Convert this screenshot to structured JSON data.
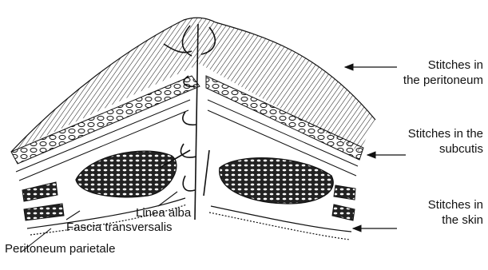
{
  "labels": {
    "peritoneum_stitches": [
      "Stitches in",
      "the peritoneum"
    ],
    "subcutis_stitches": [
      "Stitches in the",
      "subcutis"
    ],
    "skin_stitches": [
      "Stitches in",
      "the skin"
    ],
    "linea_alba": "Linea alba",
    "fascia_transversalis": "Fascia transversalis",
    "peritoneum_parietale": "Peritoneum parietale"
  },
  "colors": {
    "ink": "#111111",
    "paper": "#ffffff"
  }
}
